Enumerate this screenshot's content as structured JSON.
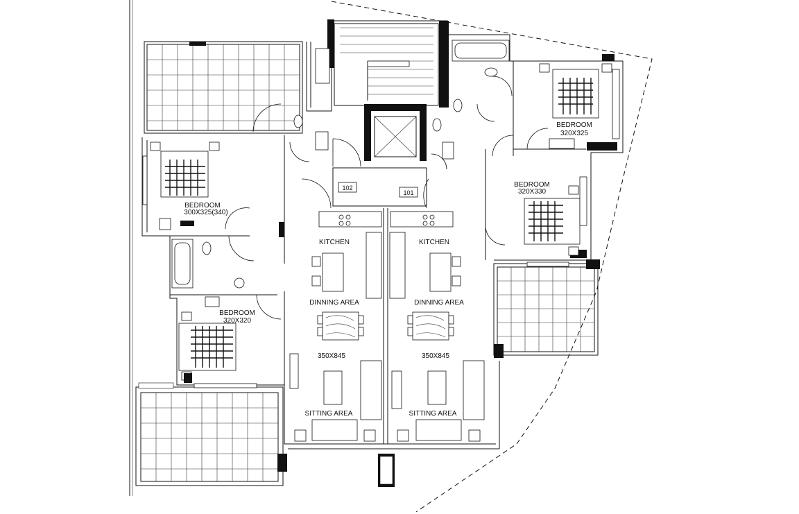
{
  "floor_plan": {
    "apartments": [
      {
        "number": "102"
      },
      {
        "number": "101"
      }
    ],
    "rooms": {
      "bedroom_top_right": {
        "label": "BEDROOM",
        "size": "320X325"
      },
      "bedroom_right": {
        "label": "BEDROOM",
        "size": "320X330"
      },
      "bedroom_left_upper": {
        "label": "BEDROOM",
        "size": "300X325(340)"
      },
      "bedroom_left_lower": {
        "label": "BEDROOM",
        "size": "320X320"
      },
      "kitchen_left": {
        "label": "KITCHEN"
      },
      "kitchen_right": {
        "label": "KITCHEN"
      },
      "dining_left": {
        "label": "DINNING AREA"
      },
      "dining_right": {
        "label": "DINNING AREA"
      },
      "living_size_left": {
        "label": "350X845"
      },
      "living_size_right": {
        "label": "350X845"
      },
      "sitting_left": {
        "label": "SITTING AREA"
      },
      "sitting_right": {
        "label": "SITTING AREA"
      }
    }
  }
}
